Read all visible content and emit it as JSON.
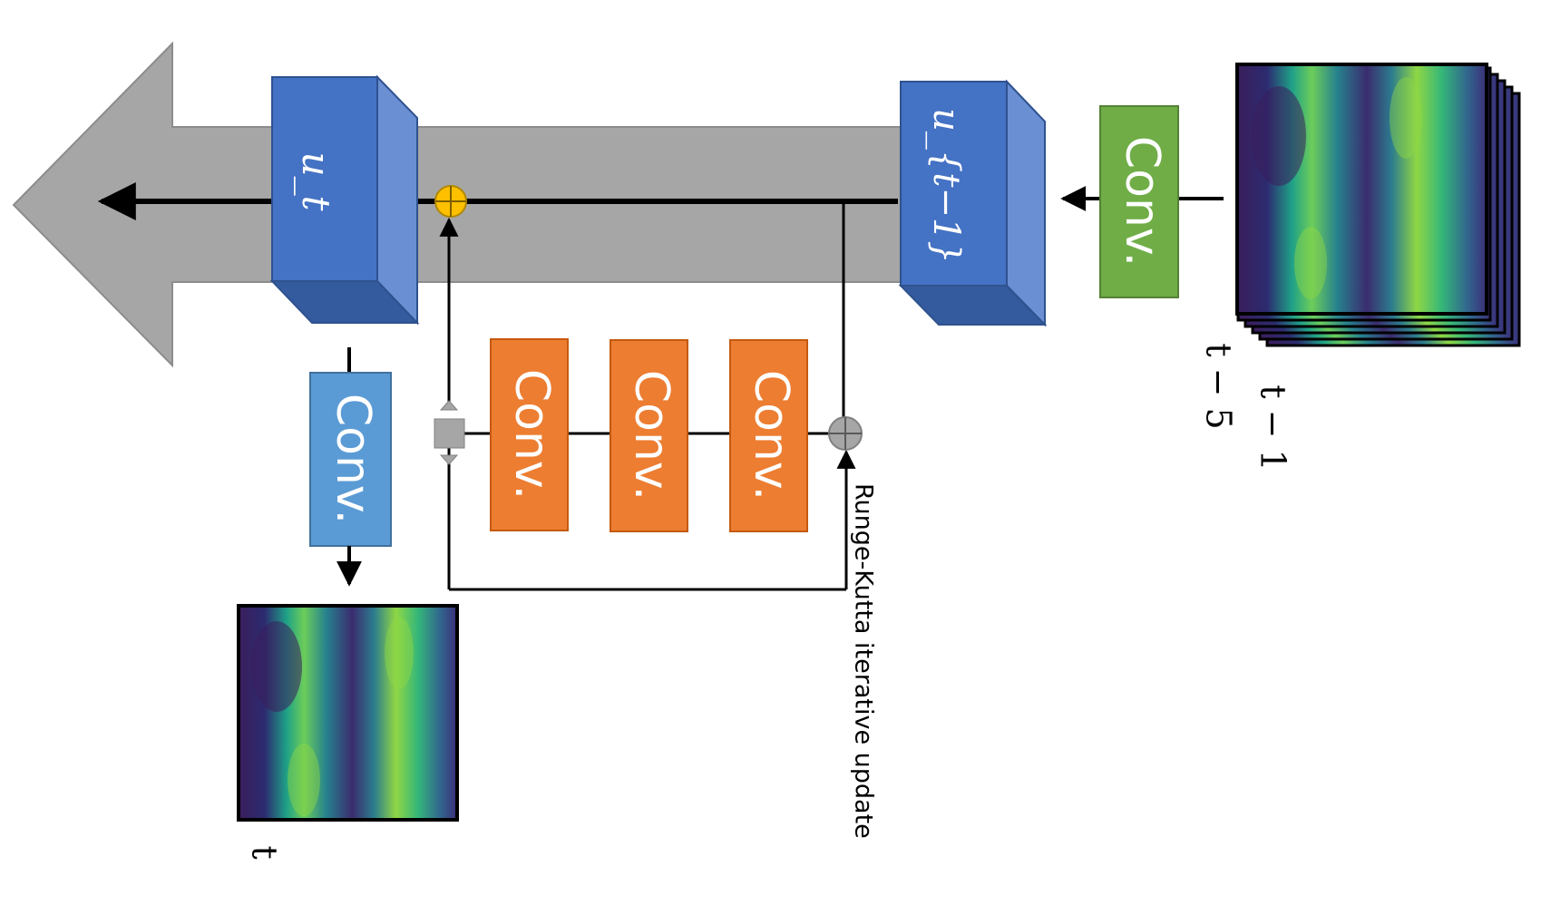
{
  "colors": {
    "arrow_gray": "#a6a6a6",
    "block_blue_front": "#4472c4",
    "block_blue_side": "#6a8fd3",
    "block_blue_bottom": "#345b9e",
    "conv_green": "#70ad47",
    "conv_orange": "#ed7d31",
    "conv_light_blue": "#5b9bd5",
    "sum_yellow": "#ffc000",
    "sum_gray": "#a6a6a6"
  },
  "state_blocks": {
    "current": "u_t",
    "previous": "u_{t−1}"
  },
  "conv_label": "Conv.",
  "input_stack_labels": {
    "first": "t − 1",
    "last": "t − 5"
  },
  "output_label": "t",
  "runge_kutta_label": "Runge-Kutta iterative update"
}
